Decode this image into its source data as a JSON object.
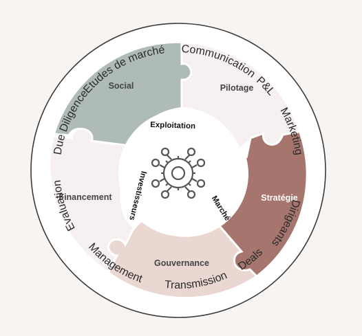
{
  "outer_labels": [
    {
      "id": "etudes-de-marche",
      "text": "Etudes de marché"
    },
    {
      "id": "communication",
      "text": "Communication"
    },
    {
      "id": "pnl",
      "text": "P&L"
    },
    {
      "id": "marketing",
      "text": "Marketing"
    },
    {
      "id": "dirigeants",
      "text": "Dirigeants"
    },
    {
      "id": "deals",
      "text": "Deals"
    },
    {
      "id": "transmission",
      "text": "Transmission"
    },
    {
      "id": "management",
      "text": "Management"
    },
    {
      "id": "evaluation",
      "text": "Evaluation"
    },
    {
      "id": "due-diligence",
      "text": "Due Diligence"
    }
  ],
  "segments": [
    {
      "id": "social",
      "label": "Social",
      "color": "#aebcb5"
    },
    {
      "id": "pilotage",
      "label": "Pilotage",
      "color": "#f7f0f0"
    },
    {
      "id": "strategie",
      "label": "Stratégie",
      "color": "#a6756e"
    },
    {
      "id": "gouvernance",
      "label": "Gouvernance",
      "color": "#ead7d1"
    },
    {
      "id": "financement",
      "label": "Financement",
      "color": "#f7f0f0"
    }
  ],
  "inner_labels": [
    {
      "id": "exploitation",
      "text": "Exploitation"
    },
    {
      "id": "marche",
      "text": "Marché"
    },
    {
      "id": "investisseurs",
      "text": "Investisseurs"
    }
  ],
  "colors": {
    "background": "#f7f4f2",
    "ring": "#ffffff",
    "ring_stroke": "#3a3a3a",
    "divider": "#ffffff",
    "center": "#ffffff",
    "icon": "#555555"
  },
  "center_icon": "gears-network-icon"
}
